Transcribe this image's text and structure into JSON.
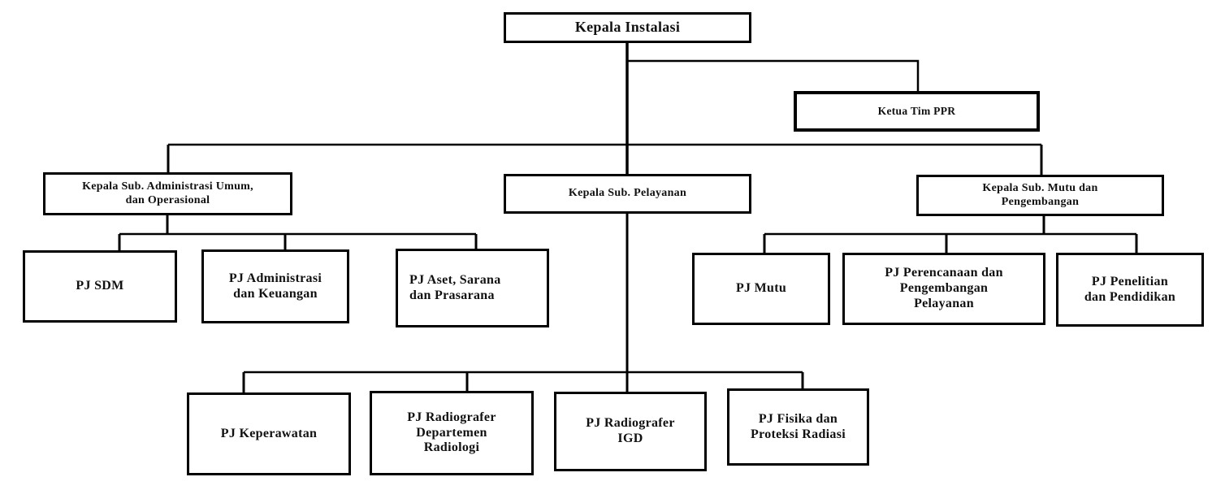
{
  "diagram": {
    "type": "org-chart",
    "colors": {
      "background": "#ffffff",
      "box_border": "#000000",
      "line": "#000000",
      "text": "#111111"
    },
    "nodes": {
      "kepala_instalasi": "Kepala Instalasi",
      "ketua_tim_ppr": "Ketua Tim PPR",
      "kepala_sub_administrasi": "Kepala Sub. Administrasi Umum,\ndan Operasional",
      "kepala_sub_pelayanan": "Kepala Sub. Pelayanan",
      "kepala_sub_mutu": "Kepala Sub. Mutu dan\nPengembangan",
      "pj_sdm": "PJ SDM",
      "pj_administrasi": "PJ Administrasi\ndan Keuangan",
      "pj_aset": "PJ Aset, Sarana\ndan Prasarana",
      "pj_mutu": "PJ Mutu",
      "pj_perencanaan": "PJ Perencanaan dan\nPengembangan\nPelayanan",
      "pj_penelitian": "PJ Penelitian\ndan Pendidikan",
      "pj_keperawatan": "PJ Keperawatan",
      "pj_radiografer_departemen": "PJ Radiografer\nDepartemen\nRadiologi",
      "pj_radiografer_igd": "PJ Radiografer\nIGD",
      "pj_fisika": "PJ Fisika dan\nProteksi Radiasi"
    },
    "edges": [
      {
        "from": "kepala_instalasi",
        "to": "ketua_tim_ppr"
      },
      {
        "from": "kepala_instalasi",
        "to": "kepala_sub_administrasi"
      },
      {
        "from": "kepala_instalasi",
        "to": "kepala_sub_pelayanan"
      },
      {
        "from": "kepala_instalasi",
        "to": "kepala_sub_mutu"
      },
      {
        "from": "kepala_sub_administrasi",
        "to": "pj_sdm"
      },
      {
        "from": "kepala_sub_administrasi",
        "to": "pj_administrasi"
      },
      {
        "from": "kepala_sub_administrasi",
        "to": "pj_aset"
      },
      {
        "from": "kepala_sub_mutu",
        "to": "pj_mutu"
      },
      {
        "from": "kepala_sub_mutu",
        "to": "pj_perencanaan"
      },
      {
        "from": "kepala_sub_mutu",
        "to": "pj_penelitian"
      },
      {
        "from": "kepala_sub_pelayanan",
        "to": "pj_keperawatan"
      },
      {
        "from": "kepala_sub_pelayanan",
        "to": "pj_radiografer_departemen"
      },
      {
        "from": "kepala_sub_pelayanan",
        "to": "pj_radiografer_igd"
      },
      {
        "from": "kepala_sub_pelayanan",
        "to": "pj_fisika"
      }
    ]
  }
}
